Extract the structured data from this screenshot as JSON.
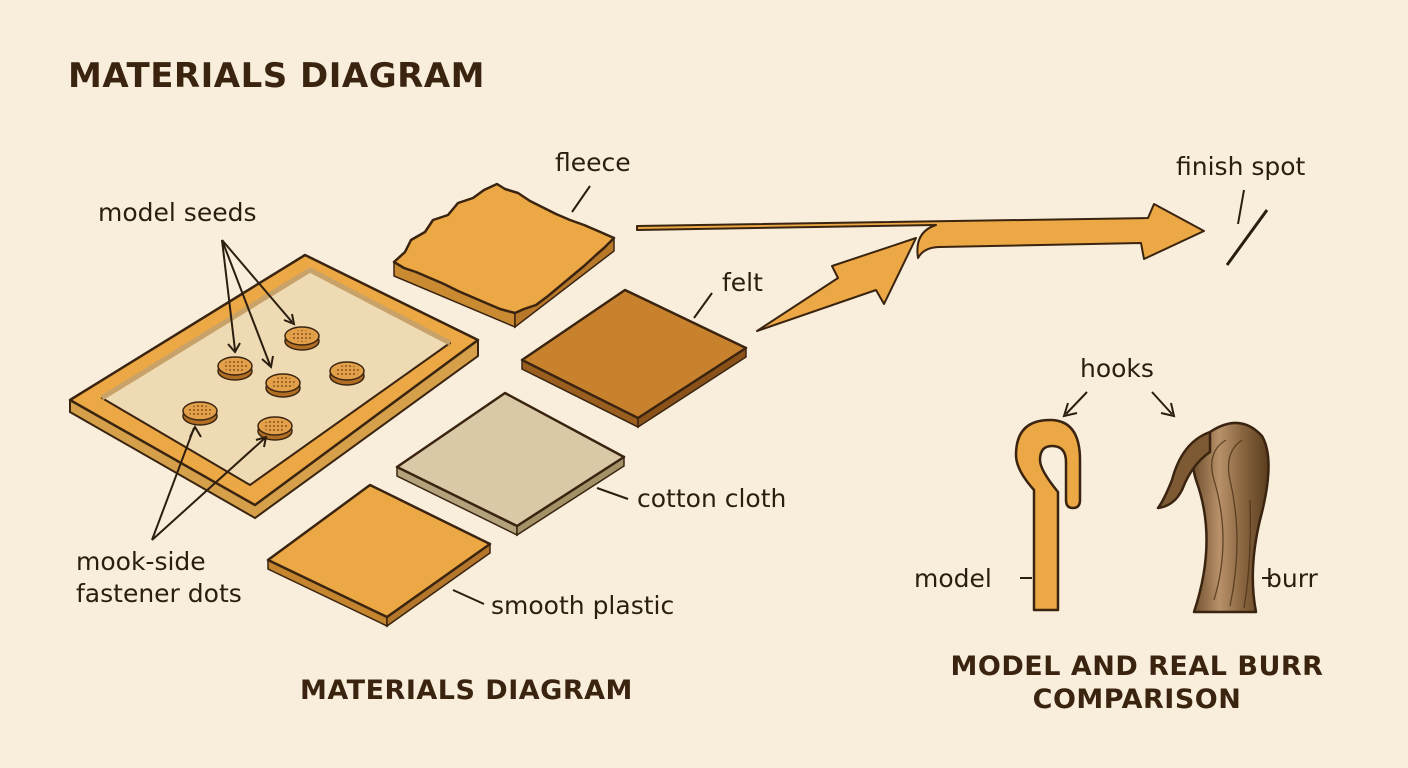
{
  "title": "MATERIALS DIAGRAM",
  "materials_caption": "MATERIALS DIAGRAM",
  "comparison_caption": "MODEL AND REAL BURR COMPARISON",
  "labels": {
    "model_seeds": "model seeds",
    "fastener_dots": "mook-side fastener dots",
    "fleece": "fleece",
    "felt": "felt",
    "cotton_cloth": "cotton cloth",
    "smooth_plastic": "smooth plastic",
    "finish_spot": "finish spot",
    "hooks": "hooks",
    "model": "model",
    "burr": "burr"
  },
  "colors": {
    "background": "#f8eedb",
    "ink": "#2e1f10",
    "orange": "#eba844",
    "brown": "#c8822e",
    "cotton": "#d9c9a6",
    "burr": "#9a7448"
  }
}
